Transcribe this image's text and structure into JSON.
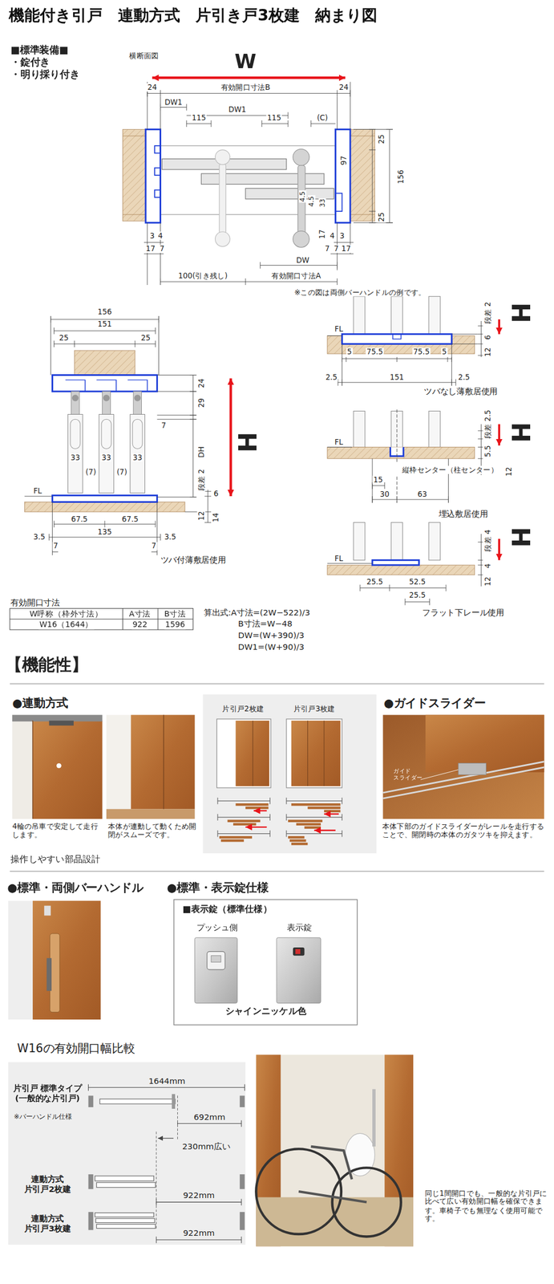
{
  "diagram": {
    "title": "機能付き引戸　連動方式　片引き戸3枚建　納まり図",
    "nodes": [
      {
        "text": [
          "■表示錠（標準仕様）",
          "プッシュ側",
          "表示錠",
          "シャインニッケル色"
        ]
      }
    ],
    "labels": [
      "■標準装備■",
      "・錠付き",
      "・明り採り付き",
      "横断面図",
      "W",
      "24",
      "有効開口寸法B",
      "24",
      "DW1",
      "DW1",
      "115",
      "115",
      "(C)",
      "25",
      "97",
      "156",
      "4.5",
      "4.5",
      "33",
      "25",
      "3",
      "4",
      "17",
      "7",
      "17",
      "4",
      "3",
      "7",
      "7",
      "17",
      "DW",
      "100(引き残し)",
      "有効開口寸法A",
      "※この図は両側バーハンドルの例です。",
      "156",
      "151",
      "25",
      "25",
      "24",
      "29",
      "7",
      "DH",
      "H",
      "33",
      "33",
      "33",
      "(7)",
      "(7)",
      "段差 2",
      "6",
      "12",
      "14",
      "FL",
      "67.5",
      "67.5",
      "135",
      "3.5",
      "3.5",
      "7",
      "7",
      "ツバ付薄敷居使用",
      "FL",
      "段差 2",
      "6",
      "12",
      "H",
      "5",
      "75.5",
      "75.5",
      "5",
      "2.5",
      "151",
      "2.5",
      "ツバなし薄敷居使用",
      "FL",
      "段差 2.5",
      "5.5",
      "12",
      "H",
      "15",
      "縦枠センター（柱センター）",
      "30",
      "63",
      "埋込敷居使用",
      "FL",
      "段差 4",
      "4",
      "12",
      "H",
      "25.5",
      "52.5",
      "25.5",
      "フラット下レール使用",
      "有効開口寸法",
      "W呼称（枠外寸法）",
      "A寸法",
      "B寸法",
      "W16（1644）",
      "922",
      "1596",
      "算出式:A寸法=(2W−522)/3",
      "B寸法=W−48",
      "DW=(W+390)/3",
      "DW1=(W+90)/3",
      "【機能性】",
      "●連動方式",
      "4輪の吊車で安定して走行します。",
      "本体が連動して動くため開閉がスムーズです。",
      "操作しやすい部品設計",
      "片引戸2枚建",
      "片引戸3枚建",
      "●ガイドスライダー",
      "ガイド スライダー",
      "本体下部のガイドスライダーがレールを走行することで、開閉時の本体のガタツキを抑えます。",
      "●標準・両側バーハンドル",
      "●標準・表示錠仕様",
      "W16の有効開口幅比較",
      "片引戸 標準タイプ (一般的な片引戸)",
      "※バーハンドル仕様",
      "1644mm",
      "692mm",
      "230mm広い",
      "連動方式 片引戸2枚建",
      "922mm",
      "連動方式 片引戸3枚建",
      "922mm",
      "同じ1間開口でも、一般的な片引戸に比べて広い有効開口幅を確保できます。車椅子でも無理なく使用可能です。"
    ]
  }
}
